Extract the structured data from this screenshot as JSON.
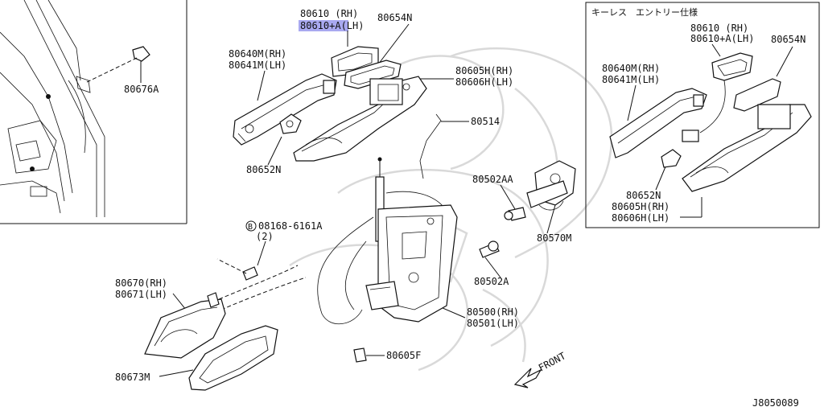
{
  "diagram_id": "J8050089",
  "front_label": "FRONT",
  "inset_title": "キーレス　エントリー仕様",
  "labels": {
    "p80610_rh": "80610  (RH)",
    "p80610a_lh": "80610+A(LH)",
    "p80654N": "80654N",
    "p80676A": "80676A",
    "p80640M_rh": "80640M(RH)",
    "p80641M_lh": "80641M(LH)",
    "p80605H_rh": "80605H(RH)",
    "p80606H_lh": "80606H(LH)",
    "p80514": "80514",
    "p80652N": "80652N",
    "p80502AA": "80502AA",
    "p80570M": "80570M",
    "p08168_6161A": "08168-6161A",
    "qty_2": "(2)",
    "bolt_symbol": "B",
    "p80502A": "80502A",
    "p80670_rh": "80670(RH)",
    "p80671_lh": "80671(LH)",
    "p80500_rh": "80500(RH)",
    "p80501_lh": "80501(LH)",
    "p80605F": "80605F",
    "p80673M": "80673M"
  },
  "inset_labels": {
    "p80610_rh": "80610  (RH)",
    "p80610a_lh": "80610+A(LH)",
    "p80654N": "80654N",
    "p80640M_rh": "80640M(RH)",
    "p80641M_lh": "80641M(LH)",
    "p80652N": "80652N",
    "p80605H_rh": "80605H(RH)",
    "p80606H_lh": "80606H(LH)"
  },
  "colors": {
    "line": "#111111",
    "highlight": "#a9a9f0",
    "watermark": "#d9d9d9",
    "background": "#ffffff"
  }
}
